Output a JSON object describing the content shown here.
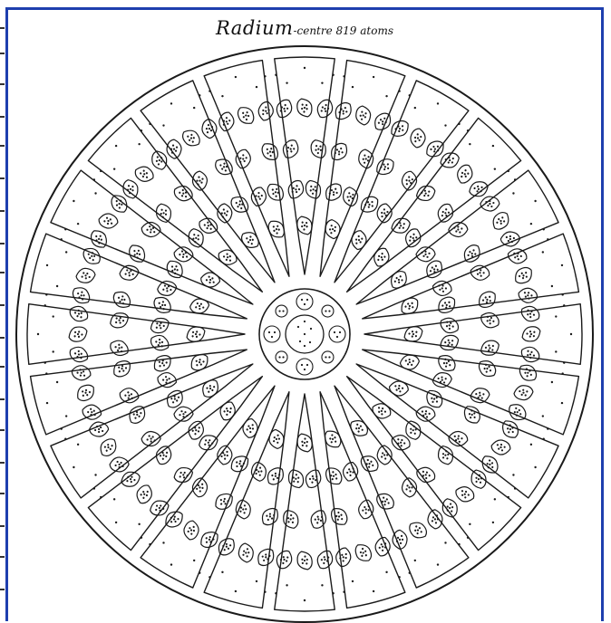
{
  "figure": {
    "title_main": "Radium",
    "title_suffix": "-centre 819 atoms",
    "segments": 24,
    "colors": {
      "ink": "#1a1a1a",
      "border": "#1e3fae",
      "paper": "#ffffff"
    }
  }
}
